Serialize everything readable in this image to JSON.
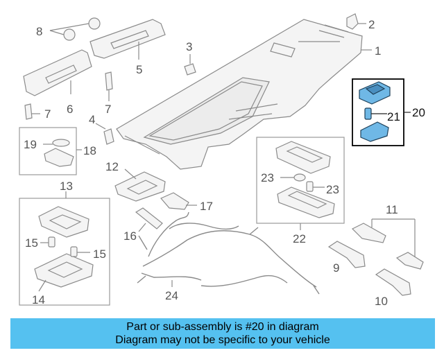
{
  "callouts": {
    "n1": "1",
    "n2": "2",
    "n3": "3",
    "n4": "4",
    "n5": "5",
    "n6": "6",
    "n7a": "7",
    "n7b": "7",
    "n8": "8",
    "n9": "9",
    "n10": "10",
    "n11": "11",
    "n12": "12",
    "n13": "13",
    "n14": "14",
    "n15a": "15",
    "n15b": "15",
    "n16": "16",
    "n17": "17",
    "n18": "18",
    "n19": "19",
    "n20": "20",
    "n21": "21",
    "n22": "22",
    "n23a": "23",
    "n23b": "23",
    "n24": "24"
  },
  "highlight_color": "#6fb8e6",
  "footer": {
    "line1": "Part or sub-assembly is #20 in diagram",
    "line2": "Diagram may not be specific to your vehicle",
    "bg_color": "#55c1f0"
  }
}
